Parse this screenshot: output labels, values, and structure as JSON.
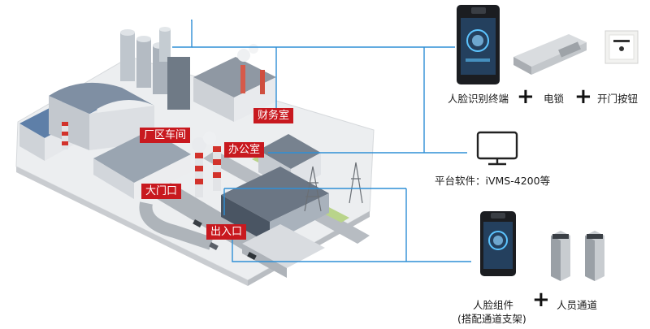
{
  "area_labels": {
    "workshop": "厂区车间",
    "finance": "财务室",
    "office": "办公室",
    "main_gate": "大门口",
    "entrance": "出入口"
  },
  "devices": {
    "face_terminal": "人脸识别终端",
    "electric_lock": "电锁",
    "exit_button": "开门按钮",
    "platform": "平台软件：iVMS-4200等",
    "face_module_line1": "人脸组件",
    "face_module_line2": "(搭配通道支架)",
    "turnstile": "人员通道"
  },
  "colors": {
    "label_bg": "#c8191f",
    "link_line": "#2f8fd6"
  }
}
